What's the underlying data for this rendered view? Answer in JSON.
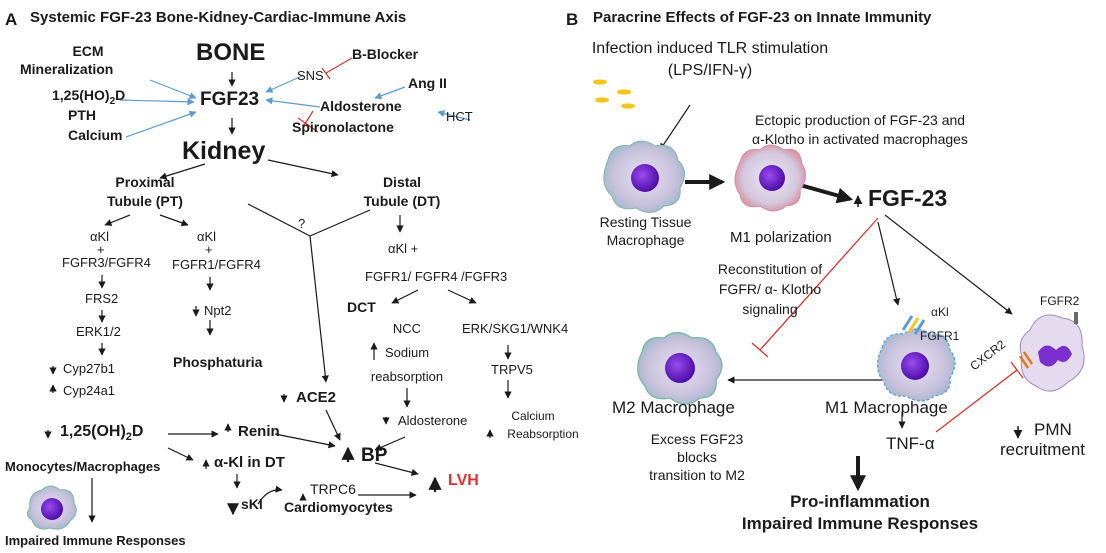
{
  "colors": {
    "text": "#1a1a1a",
    "blue_arrow": "#5b9bd5",
    "red_inhibit": "#e0312c",
    "lvh_red": "#e0312c",
    "cell_body": "#c9c3dc",
    "nucleus": "#6a1ec8"
  },
  "panel_a": {
    "letter": "A",
    "title": "Systemic FGF-23 Bone-Kidney-Cardiac-Immune Axis",
    "bone": "BONE",
    "fgf23": "FGF23",
    "ecm_line1": "ECM",
    "ecm_line2": "Mineralization",
    "vitd_base": "1,25(HO)",
    "vitd_sub": "2",
    "vitd_end": "D",
    "pth": "PTH",
    "calcium": "Calcium",
    "b_blocker": "B-Blocker",
    "sns": "SNS",
    "ang_ii": "Ang II",
    "aldosterone_top": "Aldosterone",
    "hct": "HCT",
    "spironolactone": "Spironolactone",
    "kidney": "Kidney",
    "pt_line1": "Proximal",
    "pt_line2": "Tubule (PT)",
    "dt_line1": "Distal",
    "dt_line2": "Tubule (DT)",
    "question": "?",
    "akl": "αKl",
    "plus": "+",
    "fgfr3_fgfr4": "FGFR3/FGFR4",
    "fgfr1_fgfr4": "FGFR1/FGFR4",
    "frs2": "FRS2",
    "erk12": "ERK1/2",
    "cyp27b1": "Cyp27b1",
    "cyp24a1": "Cyp24a1",
    "npt2": "Npt2",
    "phosphaturia": "Phosphaturia",
    "dt_akl_plus": "αKl  +",
    "dt_fgfr": "FGFR1/  FGFR4 /FGFR3",
    "dct": "DCT",
    "ncc_line1": "NCC",
    "ncc_line2": "Sodium",
    "ncc_line3": "reabsorption",
    "erk_skg": "ERK/SKG1/WNK4",
    "trpv5": "TRPV5",
    "calcium_reabs_line1": "Calcium",
    "calcium_reabs_line2": "Reabsorption",
    "ace2": "ACE2",
    "aldosterone_mid": "Aldosterone",
    "vitd_oh_base": "1,25(OH)",
    "vitd_oh_sub": "2",
    "vitd_oh_end": "D",
    "renin": "Renin",
    "bp": "BP",
    "lvh": "LVH",
    "mono_mac": "Monocytes/Macrophages",
    "akl_dt": "α-Kl in DT",
    "skl": "sKl",
    "trpc6": "TRPC6",
    "cardiomyocytes": "Cardiomyocytes",
    "impaired_a": "Impaired Immune Responses"
  },
  "panel_b": {
    "letter": "B",
    "title": "Paracrine Effects of FGF-23 on Innate Immunity",
    "infection_line1": "Infection induced TLR stimulation",
    "infection_line2": "(LPS/IFN-γ)",
    "ectopic_line1": "Ectopic production of FGF-23 and",
    "ectopic_line2": "α-Klotho in activated macrophages",
    "fgf23": "FGF-23",
    "resting_line1": "Resting Tissue",
    "resting_line2": "Macrophage",
    "m1_polarization": "M1 polarization",
    "recon_line1": "Reconstitution of",
    "recon_line2": "FGFR/ α- Klotho",
    "recon_line3": "signaling",
    "akl": "αKl",
    "fgfr1": "FGFR1",
    "fgfr2": "FGFR2",
    "cxcr2": "CXCR2",
    "m2": "M2 Macrophage",
    "m1": "M1 Macrophage",
    "pmn_line1": "PMN",
    "pmn_line2": "recruitment",
    "excess_line1": "Excess FGF23",
    "excess_line2": "blocks",
    "excess_line3": "transition to M2",
    "tnf": "TNF-α",
    "pro_line1": "Pro-inflammation",
    "pro_line2": "Impaired Immune Responses"
  }
}
